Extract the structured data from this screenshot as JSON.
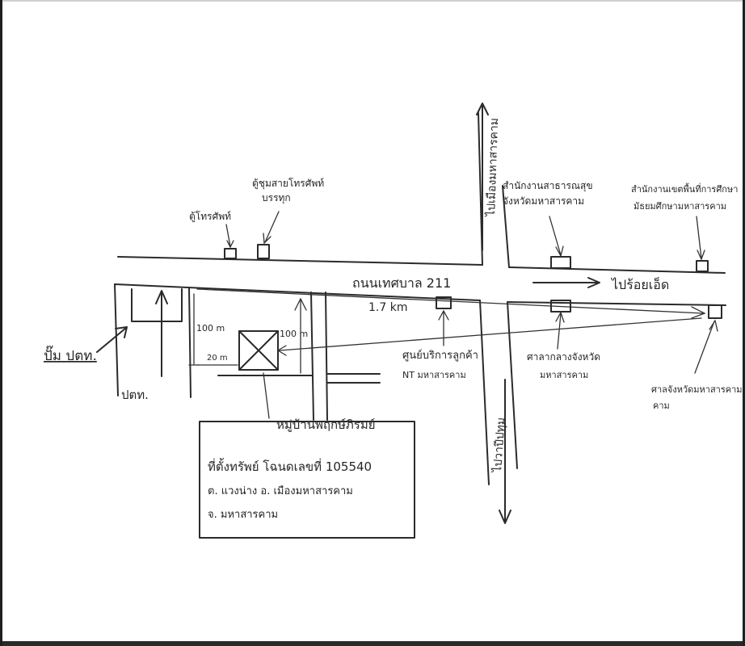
{
  "map": {
    "main_road_label": "ถนนเทศบาล 211",
    "distance_label": "1.7 km",
    "to_roi_et": "ไปร้อยเอ็ด",
    "to_mueang": "ไปเมืองมหาสารคาม",
    "to_wapi": "ไปวาปีปทุม",
    "pump_label": "ปั๊ม ปตท.",
    "ptt_label": "ปตท.",
    "phone_booth": "ตู้โทรศัพท์",
    "mailbox_label": "ตู้ชุมสายโทรศัพท์\nบรรทุก",
    "dist_100m_a": "100 m",
    "dist_20m": "20 m",
    "dist_100m_b": "100 m",
    "service_center": "ศูนย์บริการลูกค้า\nNT มหาสารคาม",
    "provincial_court": "ศาลากลางจังหวัด\nมหาสารคาม",
    "provincial_hall": "ศาลจังหวัดมหาสารคาม",
    "provincial_hall_2": "คาม",
    "public_works": "สำนักงานสาธารณสุข\nจังหวัดมหาสารคาม",
    "edu_office": "สำนักงานเขตพื้นที่การศึกษา\nมัธยมศึกษามหาสารคาม",
    "village": "หมู่บ้านพฤกษ์ภิรมย์"
  },
  "address_box": {
    "line1": "ที่ตั้งทรัพย์ โฉนดเลขที่ 105540",
    "line2": "ต. แวงน่าง   อ. เมืองมหาสารคาม",
    "line3": "จ. มหาสารคาม"
  }
}
